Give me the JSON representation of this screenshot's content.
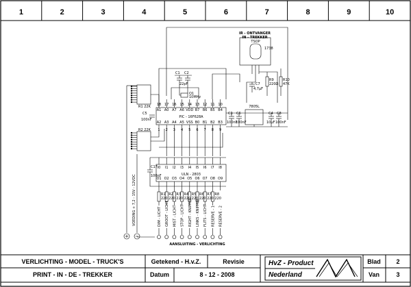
{
  "grid": {
    "columns": [
      "1",
      "2",
      "3",
      "4",
      "5",
      "6",
      "7",
      "8",
      "9",
      "10"
    ]
  },
  "schematic": {
    "ir_receiver": {
      "title_line1": "IR - ONTVANGER",
      "title_line2": "IN - TREKKER",
      "part": "TSOP",
      "part2": "1738"
    },
    "crystal": {
      "ref": "Q1",
      "value": "10MHz"
    },
    "caps": {
      "c1": "C1",
      "c2": "C2",
      "c1c2_value": "22pF",
      "c3": "C3",
      "c3_value": "100nF",
      "c5": "C5",
      "c5_value": "100nF",
      "c6": "C6",
      "c6_value": "100nF",
      "c4": "C4",
      "c4_value": "10µF",
      "c7": "C7",
      "c7_value": "4,7µF",
      "c8": "C8",
      "c8_value": "100nF",
      "c17": "C17",
      "c17_value": "100nF"
    },
    "resistors": {
      "r1": "R1 22K",
      "r2": "R2 22K",
      "r9": "R9",
      "r9_value": "220Ω",
      "r10": "R10",
      "r10_value": "47K"
    },
    "regulator": "7805L",
    "pic": {
      "name": "PIC - 16F628A",
      "top_pins": [
        "18",
        "17",
        "16",
        "15",
        "14",
        "13",
        "12",
        "11",
        "10"
      ],
      "top_names": [
        "A1",
        "A0",
        "A7",
        "A6",
        "VDD",
        "B7",
        "B6",
        "B5",
        "B4"
      ],
      "bottom_pins": [
        "1",
        "2",
        "3",
        "4",
        "5",
        "6",
        "7",
        "8",
        "9"
      ],
      "bottom_names": [
        "A2",
        "A3",
        "A4",
        "A5",
        "VSS",
        "B0",
        "B1",
        "B2",
        "B3"
      ]
    },
    "uln": {
      "name": "ULN - 2803",
      "top_pins": [
        "I0",
        "I1",
        "I2",
        "I3",
        "I4",
        "I5",
        "I6",
        "I7",
        "I8"
      ],
      "bottom_pins": [
        "O1",
        "O2",
        "O3",
        "O4",
        "O5",
        "O6",
        "O7",
        "O8",
        "O9"
      ]
    },
    "out_resistors": [
      "R1",
      "R2",
      "R3",
      "R4",
      "R5",
      "R6",
      "R7",
      "R8"
    ],
    "out_resistor_values": [
      "220",
      "220",
      "220",
      "220",
      "220",
      "220",
      "220",
      "220"
    ],
    "outputs": [
      "DIM - LICHT",
      "GROOT - LICHT",
      "MIST - LICHT",
      "STOP - LICHT",
      "RIGHT - KNIPPER",
      "LINKS - KNIPPER",
      "FLITS - LICHT",
      "RESERVE - 1",
      "RESERVE - 2"
    ],
    "supply_label": "VOEDING + 7,2 - 15V - 12VDC",
    "connection_label": "AANSLUITING - VERLICHTING"
  },
  "title_block": {
    "title1": "VERLICHTING - MODEL - TRUCK'S",
    "title2": "PRINT - IN - DE - TREKKER",
    "drawn_label": "Getekend - H.v.Z.",
    "revision_label": "Revisie",
    "date_label": "Datum",
    "date_value": "8 - 12 - 2008",
    "company1": "HvZ - Product",
    "company2": "Nederland",
    "sheet_label": "Blad",
    "sheet_value": "2",
    "of_label": "Van",
    "of_value": "3"
  }
}
